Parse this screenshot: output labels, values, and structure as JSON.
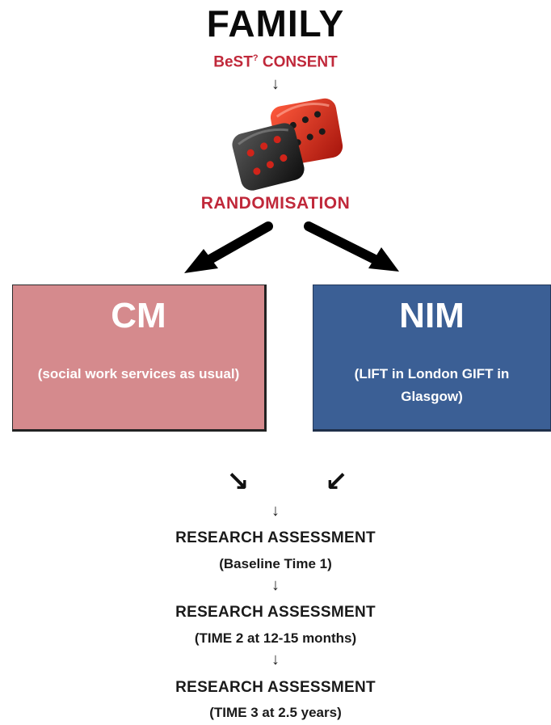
{
  "title": "FAMILY",
  "consent": {
    "label": "BeST",
    "superscript": "?",
    "suffix": " CONSENT"
  },
  "arrow_glyph": "↓",
  "randomisation": "RANDOMISATION",
  "boxes": {
    "cm": {
      "title": "CM",
      "subtitle": "(social work services as usual)",
      "color": "#d58a8d"
    },
    "nim": {
      "title": "NIM",
      "subtitle": "(LIFT in London  GIFT in Glasgow)",
      "color": "#3b5f95"
    }
  },
  "merge_arrows": {
    "left": "↘",
    "right": "↙"
  },
  "assessments": [
    {
      "label": "RESEARCH ASSESSMENT",
      "detail": "(Baseline Time 1)"
    },
    {
      "label": "RESEARCH ASSESSMENT",
      "detail": "(TIME 2 at 12-15 months)"
    },
    {
      "label": "RESEARCH ASSESSMENT",
      "detail": "(TIME 3 at 2.5 years)"
    }
  ],
  "accent_color": "#c0283a"
}
